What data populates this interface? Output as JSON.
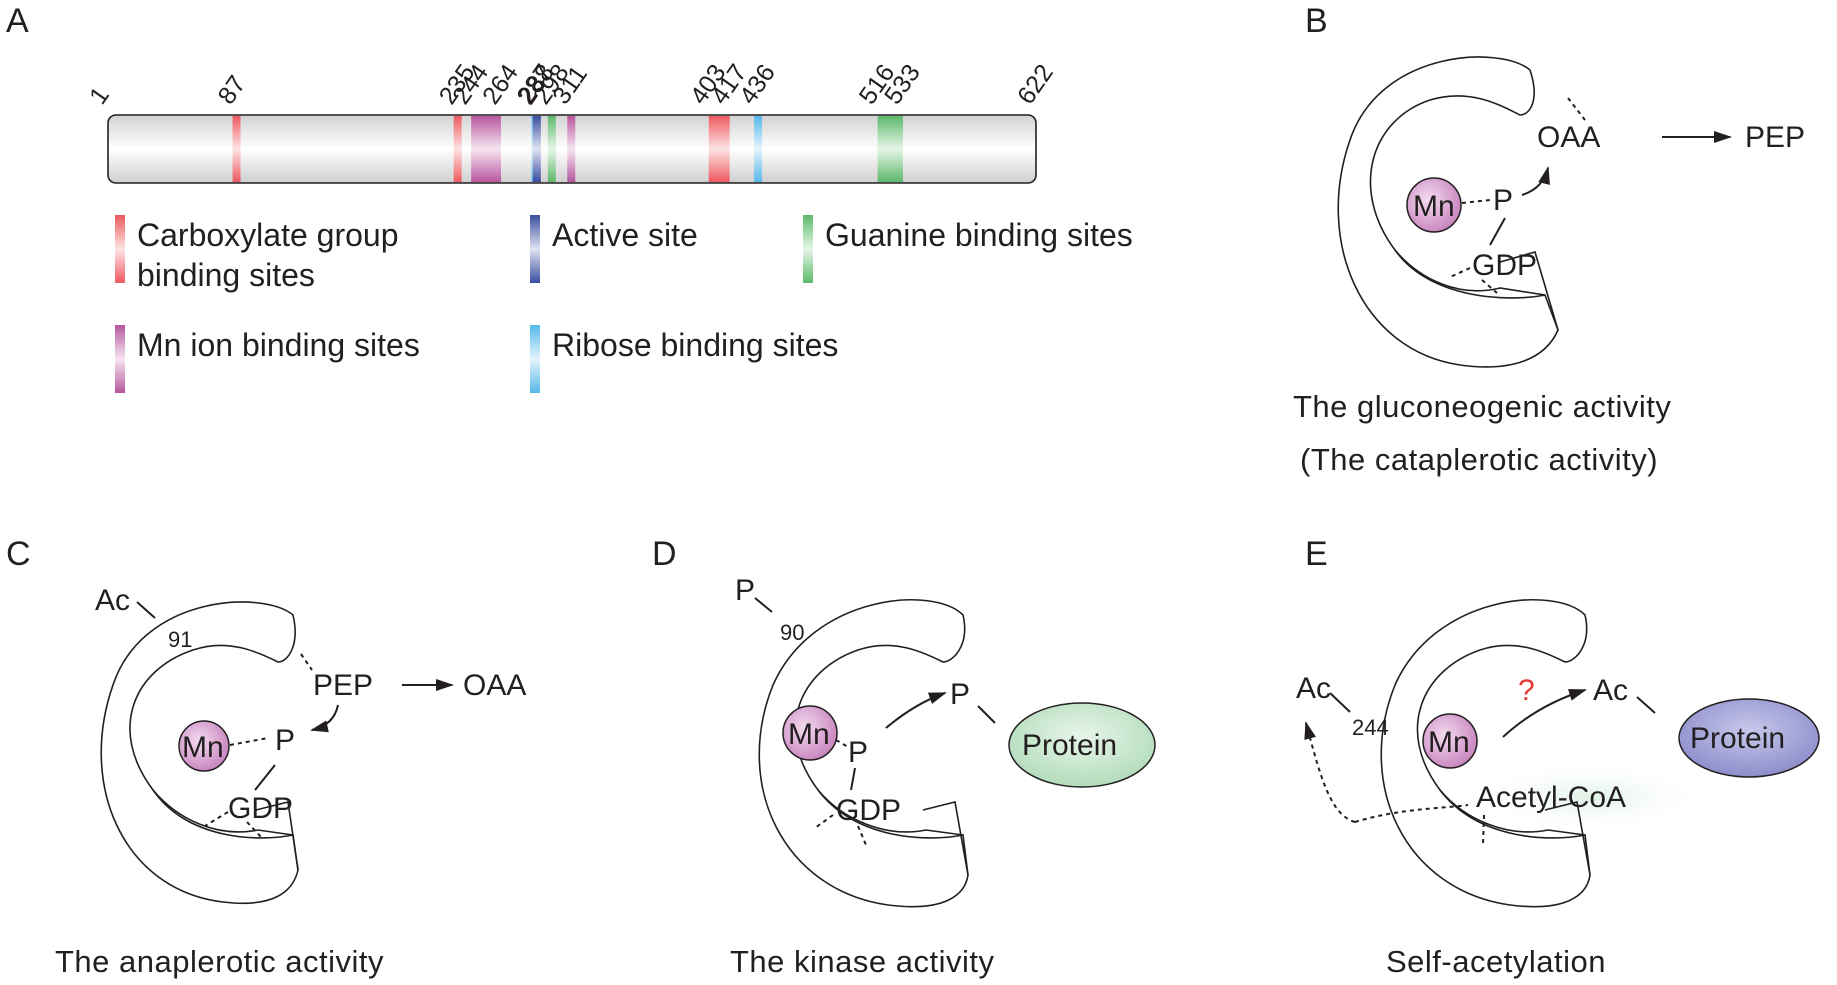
{
  "panels": {
    "A": {
      "letter": "A",
      "protein_length": 622,
      "start_label": "1",
      "end_label": "622",
      "segments": [
        {
          "start": 87,
          "end": 87,
          "label": "87",
          "type": "carboxylate"
        },
        {
          "start": 235,
          "end": 235,
          "label": "235",
          "type": "carboxylate"
        },
        {
          "start": 244,
          "end": 264,
          "label_start": "244",
          "label_end": "264",
          "type": "mn_ion"
        },
        {
          "start": 287,
          "end": 287,
          "label": "287",
          "type": "ribose"
        },
        {
          "start": 288,
          "end": 288,
          "label": "288",
          "type": "active"
        },
        {
          "start": 298,
          "end": 298,
          "label": "298",
          "type": "guanine"
        },
        {
          "start": 311,
          "end": 311,
          "label": "311",
          "type": "mn_ion"
        },
        {
          "start": 403,
          "end": 417,
          "label_start": "403",
          "label_end": "417",
          "type": "carboxylate"
        },
        {
          "start": 436,
          "end": 436,
          "label": "436",
          "type": "ribose"
        },
        {
          "start": 516,
          "end": 533,
          "label_start": "516",
          "label_end": "533",
          "type": "guanine"
        }
      ],
      "legend": [
        {
          "type": "carboxylate",
          "lines": [
            "Carboxylate group",
            "binding sites"
          ],
          "color": "#ee5a5f"
        },
        {
          "type": "active",
          "lines": [
            "Active site"
          ],
          "color": "#3b4ea0"
        },
        {
          "type": "guanine",
          "lines": [
            "Guanine binding sites"
          ],
          "color": "#5cb96a"
        },
        {
          "type": "mn_ion",
          "lines": [
            "Mn ion binding sites"
          ],
          "color": "#b8569e"
        },
        {
          "type": "ribose",
          "lines": [
            "Ribose binding sites"
          ],
          "color": "#55b8ea"
        }
      ]
    },
    "B": {
      "letter": "B",
      "fill_color": "#e0e0e0",
      "mn": "Mn",
      "p": "P",
      "gdp": "GDP",
      "substrate": "OAA",
      "product": "PEP",
      "caption_lines": [
        "The gluconeogenic activity",
        "(The cataplerotic activity)"
      ]
    },
    "C": {
      "letter": "C",
      "fill_color": "#f2a0a6",
      "modification": "Ac",
      "residue": "91",
      "mn": "Mn",
      "p": "P",
      "gdp": "GDP",
      "substrate": "PEP",
      "product": "OAA",
      "caption": "The anaplerotic activity"
    },
    "D": {
      "letter": "D",
      "fill_color": "#b4dcf4",
      "modification": "P",
      "residue": "90",
      "mn": "Mn",
      "p": "P",
      "gdp": "GDP",
      "target_mod": "P",
      "target": "Protein",
      "target_color": "#bfe3c6",
      "caption": "The kinase activity"
    },
    "E": {
      "letter": "E",
      "fill_color": "#cbeadb",
      "modification": "Ac",
      "residue": "244",
      "mn": "Mn",
      "cofactor": "Acetyl-CoA",
      "question": "?",
      "question_color": "#e53935",
      "target_mod": "Ac",
      "target": "Protein",
      "target_color": "#8f8fd0",
      "caption": "Self-acetylation"
    }
  },
  "colors": {
    "mn_ball": "#c98ac4",
    "bar_body": "#e6e6e6"
  }
}
